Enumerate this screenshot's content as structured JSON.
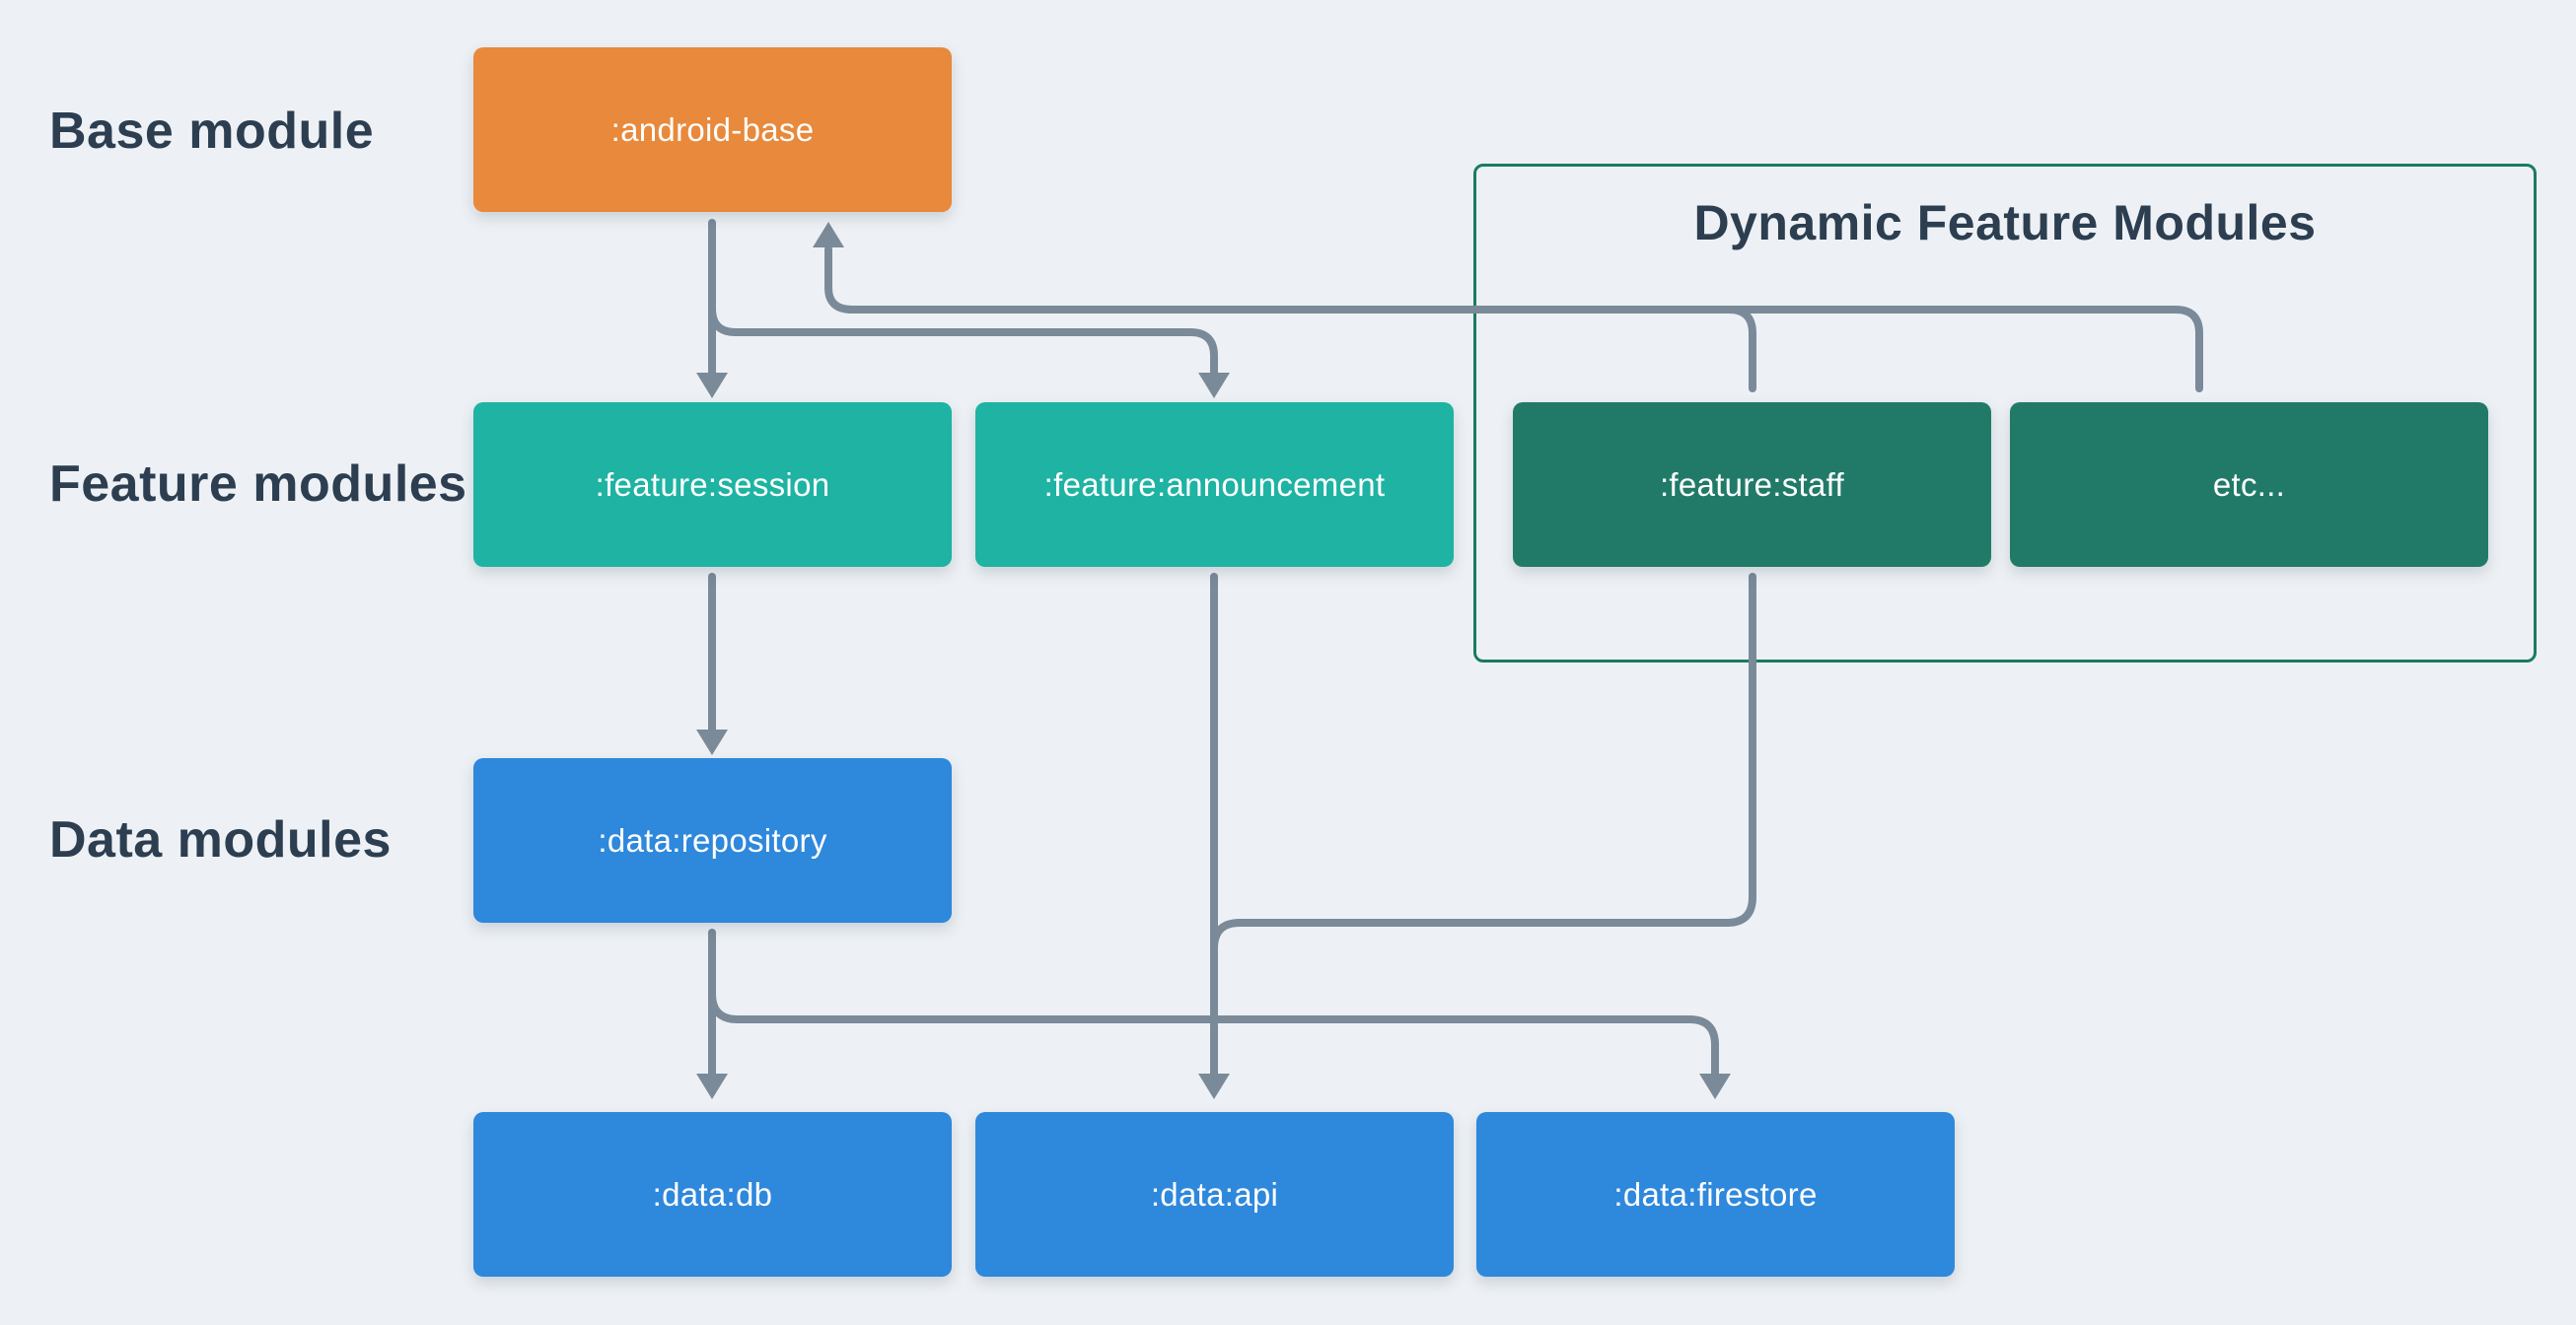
{
  "diagram": {
    "background": "#EDF1F5",
    "arrow_color": "#7A8A99",
    "label_color": "#2C3E50"
  },
  "row_labels": [
    {
      "text": "Base module"
    },
    {
      "text": "Feature modules"
    },
    {
      "text": "Data modules"
    }
  ],
  "container": {
    "title": "Dynamic Feature Modules",
    "border_color": "#1A7C5F"
  },
  "nodes": [
    {
      "id": "android-base",
      "label": ":android-base",
      "color": "#E8893C",
      "group": "base"
    },
    {
      "id": "feature-session",
      "label": ":feature:session",
      "color": "#1EB3A2",
      "group": "feature"
    },
    {
      "id": "feature-announcement",
      "label": ":feature:announcement",
      "color": "#1EB3A2",
      "group": "feature"
    },
    {
      "id": "feature-staff",
      "label": ":feature:staff",
      "color": "#217A68",
      "group": "dynamic-feature"
    },
    {
      "id": "feature-etc",
      "label": "etc...",
      "color": "#217A68",
      "group": "dynamic-feature"
    },
    {
      "id": "data-repository",
      "label": ":data:repository",
      "color": "#2E88DC",
      "group": "data"
    },
    {
      "id": "data-db",
      "label": ":data:db",
      "color": "#2E88DC",
      "group": "data"
    },
    {
      "id": "data-api",
      "label": ":data:api",
      "color": "#2E88DC",
      "group": "data"
    },
    {
      "id": "data-firestore",
      "label": ":data:firestore",
      "color": "#2E88DC",
      "group": "data"
    }
  ],
  "edges": [
    {
      "from": ":android-base",
      "to": ":feature:session"
    },
    {
      "from": ":android-base",
      "to": ":feature:announcement"
    },
    {
      "from": ":feature:staff",
      "to": ":android-base"
    },
    {
      "from": "etc...",
      "to": ":android-base"
    },
    {
      "from": ":feature:session",
      "to": ":data:repository"
    },
    {
      "from": ":feature:announcement",
      "to": ":data:api"
    },
    {
      "from": ":feature:staff",
      "to": ":data:api"
    },
    {
      "from": ":data:repository",
      "to": ":data:db"
    },
    {
      "from": ":data:repository",
      "to": ":data:firestore"
    }
  ]
}
